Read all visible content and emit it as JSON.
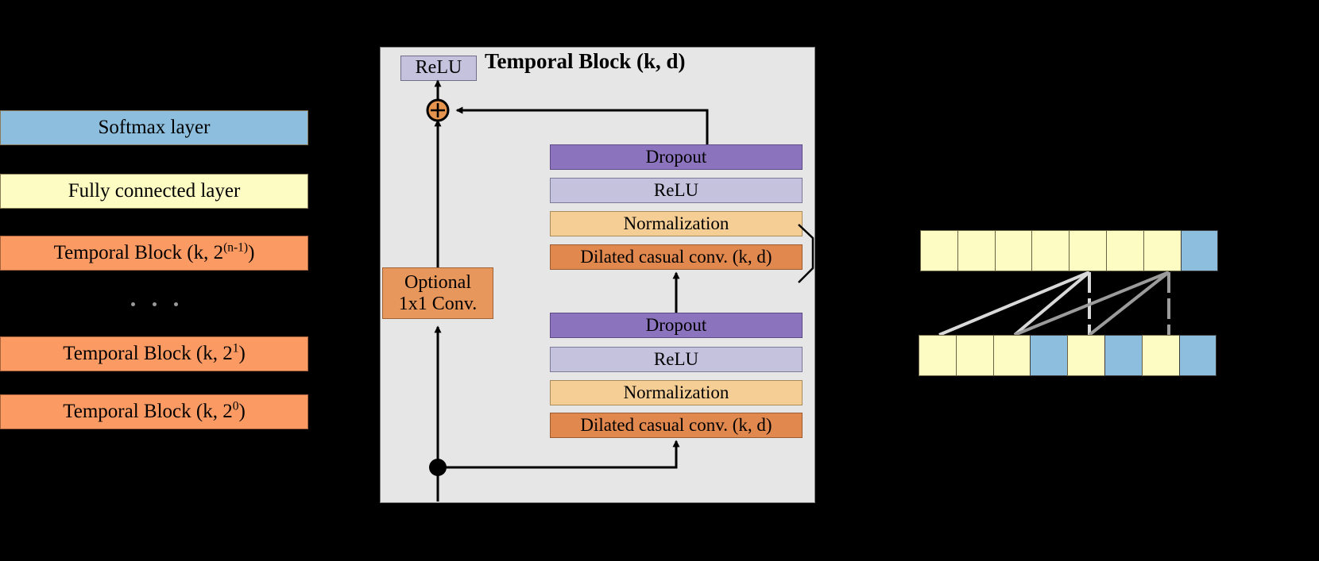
{
  "background_color": "#000000",
  "left_stack": {
    "name": "network-architecture-stack",
    "items": [
      {
        "label": "Softmax layer",
        "color": "#8dbedd",
        "kind": "softmax"
      },
      {
        "label": "Fully connected layer",
        "color": "#fdfcc3",
        "kind": "fully-connected"
      },
      {
        "label": "Temporal Block (k, 2",
        "exponent": "(n-1)",
        "suffix": ")",
        "color": "#fb9a63",
        "kind": "temporal-block-n"
      },
      {
        "label": "ELLIPSIS",
        "kind": "ellipsis"
      },
      {
        "label": "Temporal Block (k, 2",
        "exponent": "1",
        "suffix": ")",
        "color": "#fb9a63",
        "kind": "temporal-block-1"
      },
      {
        "label": "Temporal Block (k, 2",
        "exponent": "0",
        "suffix": ")",
        "color": "#fb9a63",
        "kind": "temporal-block-0"
      }
    ]
  },
  "temporal_block": {
    "title": "Temporal Block (k, d)",
    "panel_color": "#e6e6e6",
    "output_activation": "ReLU",
    "residual_shortcut": "Optional\n1x1 Conv.",
    "optional_conv_line1": "Optional",
    "optional_conv_line2": "1x1 Conv.",
    "add_operator": "+",
    "upper_branch": [
      {
        "label": "Dropout",
        "color": "#8c73be"
      },
      {
        "label": "ReLU",
        "color": "#c5c2de"
      },
      {
        "label": "Normalization",
        "color": "#f5ce96"
      },
      {
        "label": "Dilated casual conv. (k, d)",
        "color": "#e1884e"
      }
    ],
    "lower_branch": [
      {
        "label": "Dropout",
        "color": "#8c73be"
      },
      {
        "label": "ReLU",
        "color": "#c5c2de"
      },
      {
        "label": "Normalization",
        "color": "#f5ce96"
      },
      {
        "label": "Dilated casual conv. (k, d)",
        "color": "#e1884e"
      }
    ]
  },
  "dilation_illustration": {
    "name": "dilated-causal-convolution-diagram",
    "output_row": {
      "label": "output-row",
      "cells": [
        "y",
        "y",
        "y",
        "y",
        "y",
        "y",
        "y",
        "b"
      ]
    },
    "input_row": {
      "label": "input-row",
      "cells": [
        "y",
        "y",
        "y",
        "b",
        "y",
        "b",
        "y",
        "b"
      ]
    },
    "cell_colors": {
      "y": "#fdfcc3",
      "b": "#8dbedd"
    },
    "connection_line_color_light": "#d9d9d9",
    "connection_line_color_dark": "#9b9b9b"
  }
}
